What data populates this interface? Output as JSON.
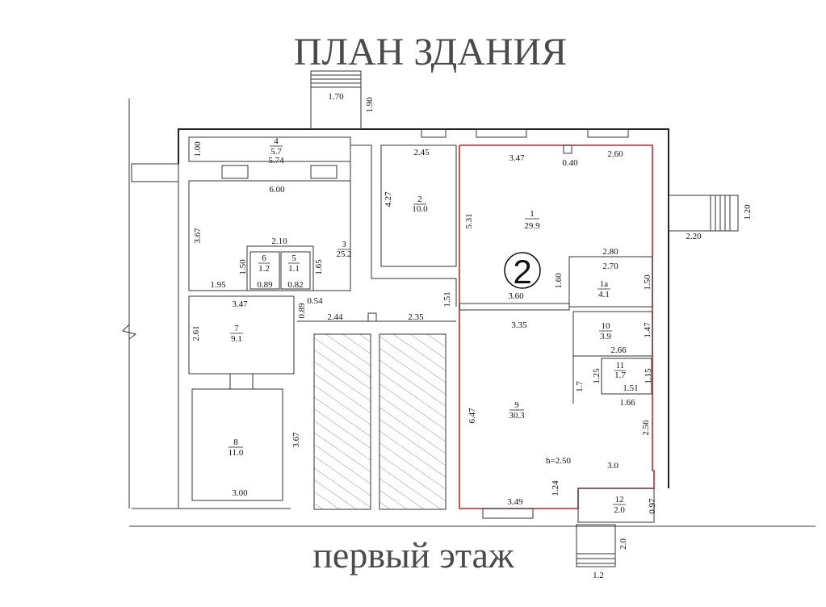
{
  "title": "ПЛАН ЗДАНИЯ",
  "subtitle": "первый этаж",
  "badge": "2",
  "ceiling_height": "h=2.50",
  "rooms": [
    {
      "number": "1",
      "area": "29.9"
    },
    {
      "number": "2",
      "area": "10.0"
    },
    {
      "number": "3",
      "area": "25.2"
    },
    {
      "number": "4",
      "area": "5.7"
    },
    {
      "number": "5",
      "area": "1.1"
    },
    {
      "number": "6",
      "area": "1.2"
    },
    {
      "number": "7",
      "area": "9.1"
    },
    {
      "number": "8",
      "area": "11.0"
    },
    {
      "number": "9",
      "area": "30.3"
    },
    {
      "number": "10",
      "area": "3.9"
    },
    {
      "number": "11",
      "area": "1.7"
    },
    {
      "number": "12",
      "area": "2.0"
    },
    {
      "number": "1а",
      "area": "4.1"
    }
  ],
  "dimensions": [
    "1.70",
    "1.90",
    "1.00",
    "5.74",
    "6.00",
    "3.67",
    "2.10",
    "1.50",
    "1.65",
    "0.89",
    "0.82",
    "1.95",
    "0.54",
    "0.89",
    "3.47",
    "2.44",
    "2.35",
    "2.61",
    "3.67",
    "3.00",
    "2.45",
    "4.27",
    "1.51",
    "3.47",
    "0.40",
    "2.60",
    "5.31",
    "2.80",
    "2.70",
    "1.60",
    "1.50",
    "3.60",
    "3.35",
    "1.47",
    "2.66",
    "1.25",
    "1.15",
    "1.7",
    "1.51",
    "1.66",
    "6.47",
    "2.56",
    "3.0",
    "1.24",
    "3.49",
    "0.97",
    "2.0",
    "1.2",
    "1.20",
    "2.20"
  ]
}
